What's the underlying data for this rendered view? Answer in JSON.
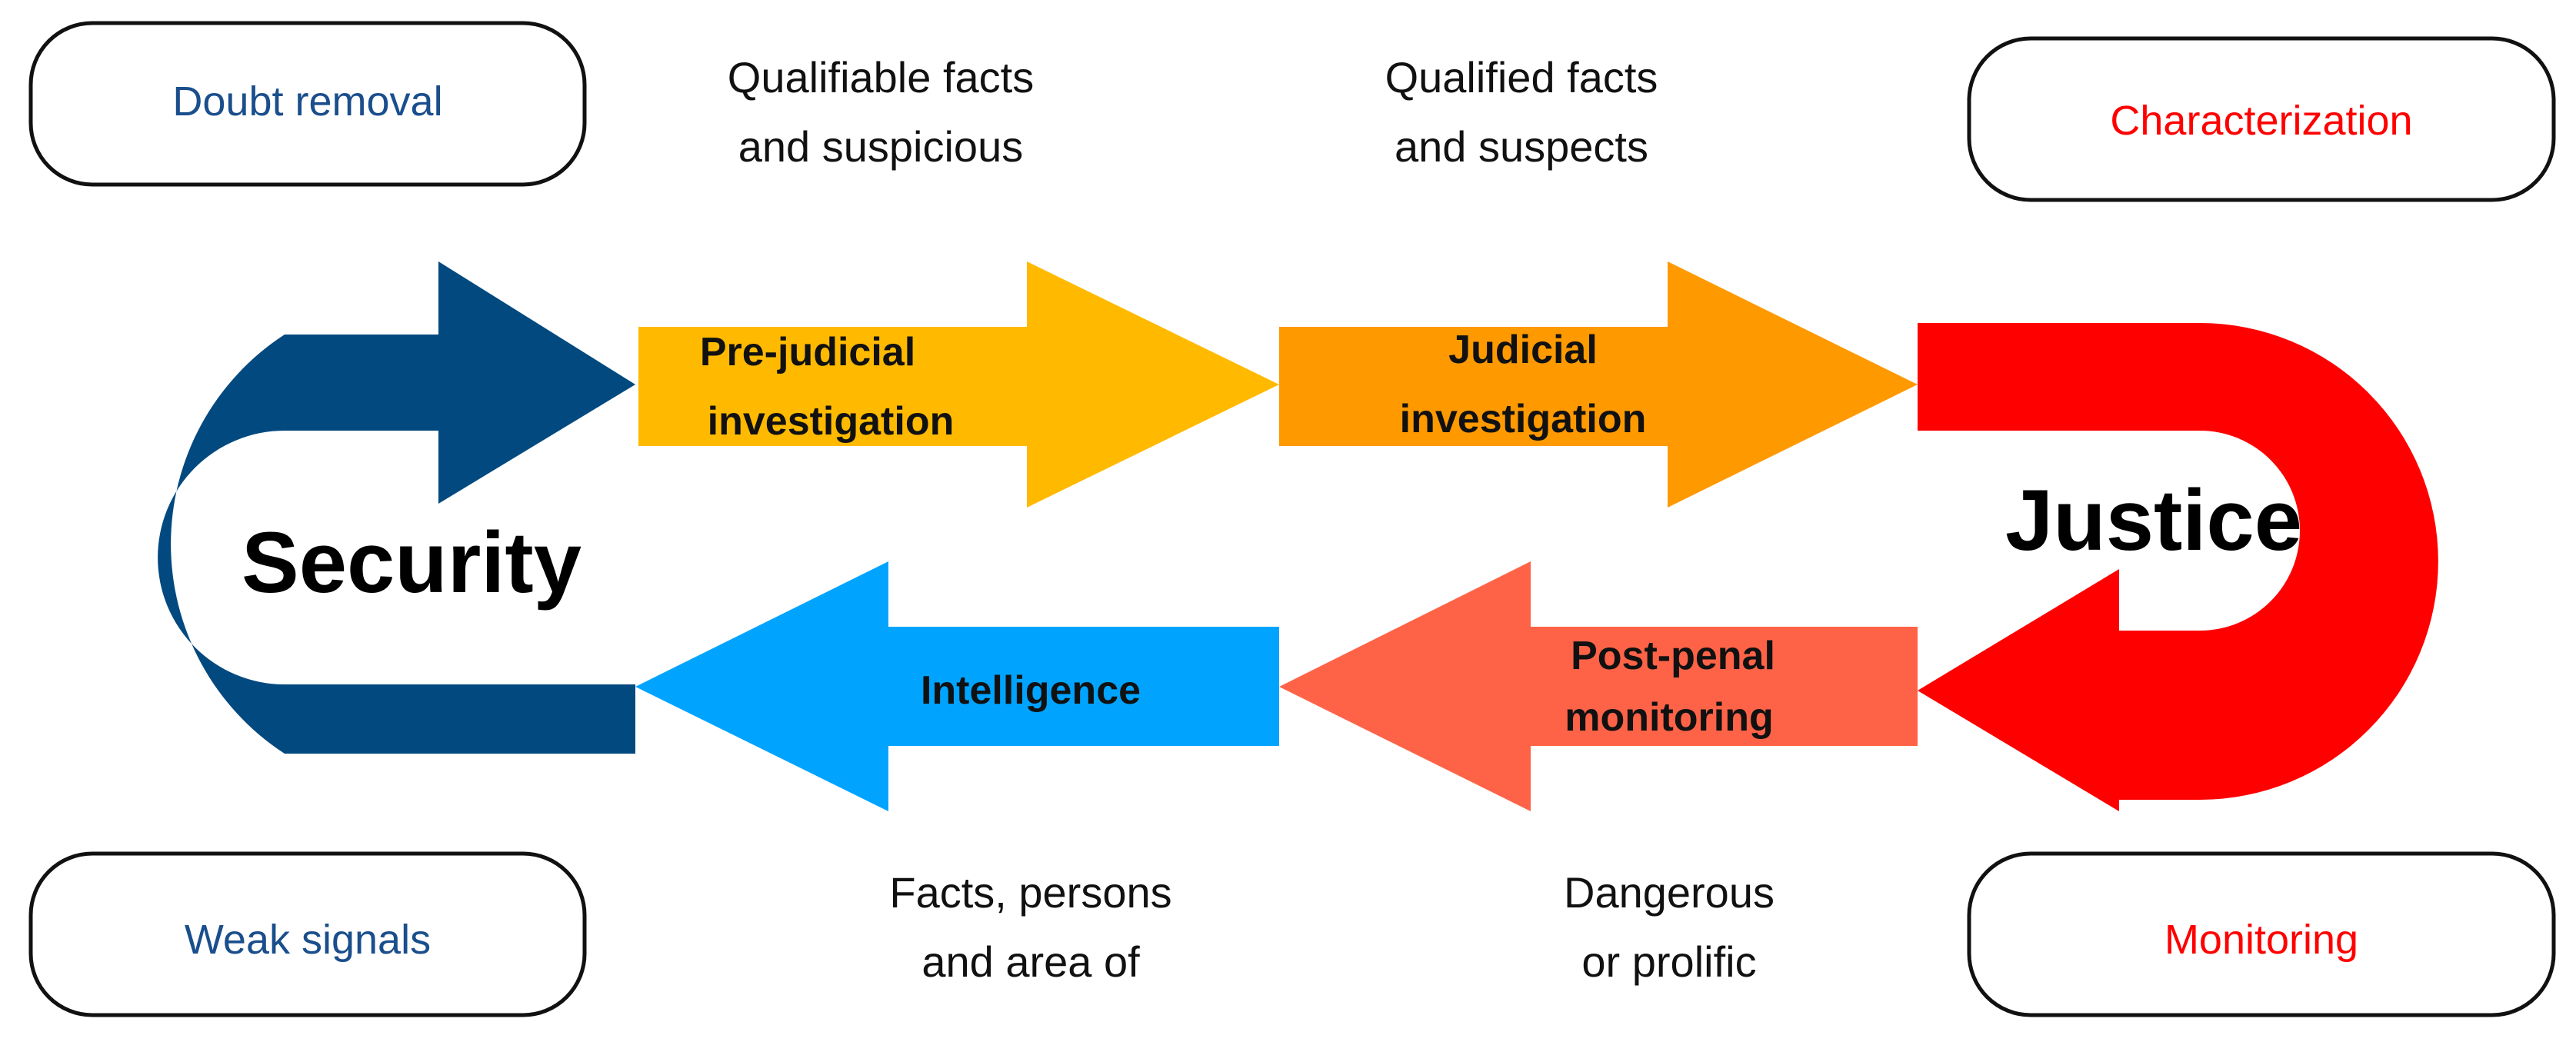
{
  "boxes": {
    "top_left": "Doubt removal",
    "top_right": "Characterization",
    "bottom_left": "Weak signals",
    "bottom_right": "Monitoring"
  },
  "captions": {
    "top_1": [
      "Qualifiable facts",
      "and suspicious"
    ],
    "top_2": [
      "Qualified facts",
      "and suspects"
    ],
    "bottom_1": [
      "Facts, persons",
      "and area of"
    ],
    "bottom_2": [
      "Dangerous",
      "or prolific"
    ]
  },
  "arrows": {
    "pre_judicial": [
      "Pre-judicial",
      "investigation"
    ],
    "judicial": [
      "Judicial",
      "investigation"
    ],
    "post_penal": [
      "Post-penal",
      "monitoring"
    ],
    "intelligence": "Intelligence"
  },
  "loops": {
    "security": "Security",
    "justice": "Justice"
  },
  "colors": {
    "security": "#02497F",
    "pre_judicial": "#FFBA00",
    "judicial": "#FF9900",
    "justice": "#FF0000",
    "post_penal": "#FF6347",
    "intelligence": "#00A4FF",
    "box_text_security": "#1A4E8C",
    "box_text_justice": "#FF0000"
  }
}
